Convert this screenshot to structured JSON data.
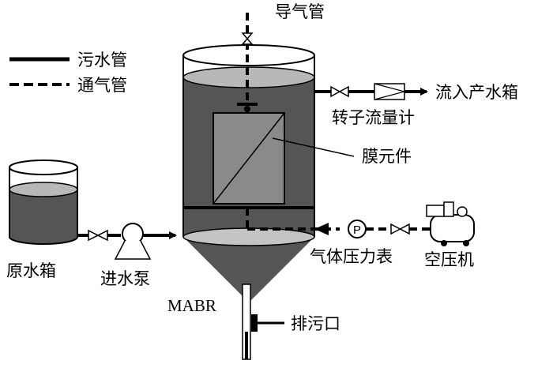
{
  "legend": {
    "sewage_pipe": "污水管",
    "air_pipe": "通气管"
  },
  "labels": {
    "gas_guide_pipe": "导气管",
    "to_product_tank": "流入产水箱",
    "rotameter": "转子流量计",
    "membrane_element": "膜元件",
    "raw_water_tank": "原水箱",
    "inlet_pump": "进水泵",
    "gas_pressure_gauge": "气体压力表",
    "air_compressor": "空压机",
    "reactor": "MABR",
    "sludge_outlet": "排污口",
    "gauge_symbol": "P"
  },
  "colors": {
    "liquid": "#555555",
    "liquid_top": "#b8b8b8",
    "membrane": "#8a8a8a",
    "line": "#000000"
  }
}
